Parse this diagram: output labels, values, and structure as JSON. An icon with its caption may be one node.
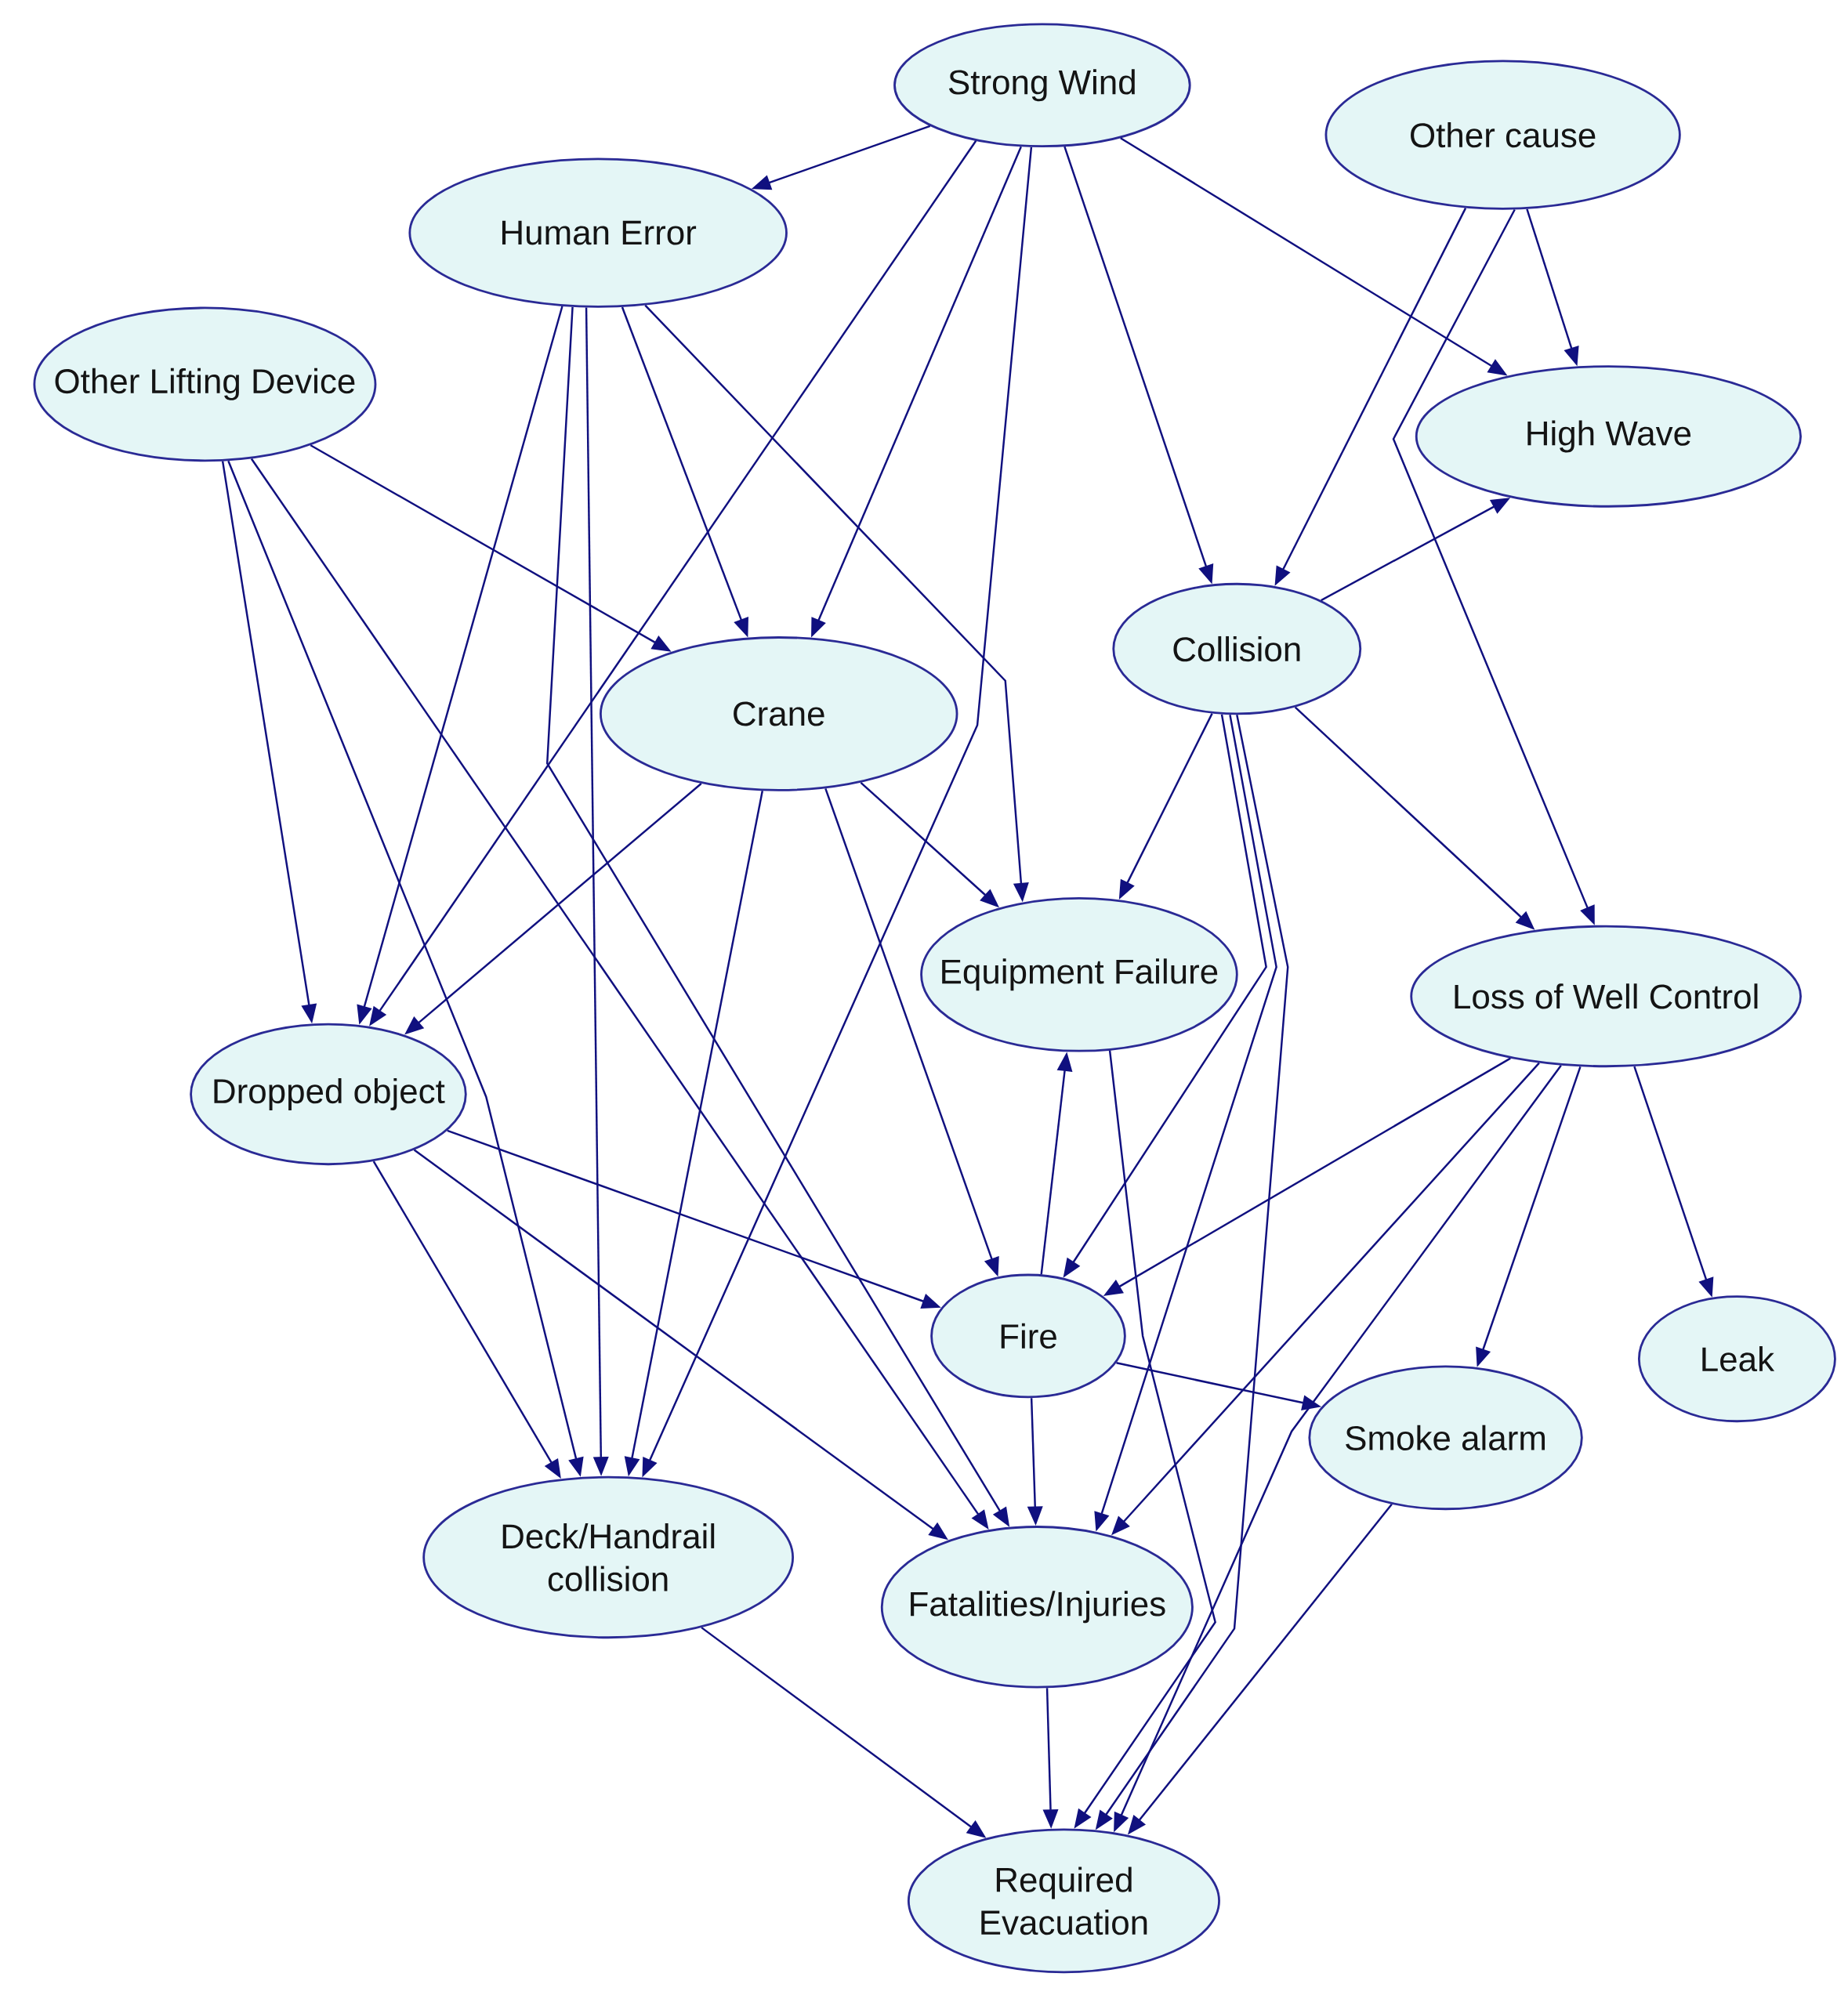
{
  "diagram": {
    "nodes": [
      {
        "text": [
          "Strong Wind"
        ]
      },
      {
        "text": [
          "Other cause"
        ]
      },
      {
        "text": [
          "Human Error"
        ]
      },
      {
        "text": [
          "Other Lifting Device"
        ]
      },
      {
        "text": [
          "High Wave"
        ]
      },
      {
        "text": [
          "Collision"
        ]
      },
      {
        "text": [
          "Crane"
        ]
      },
      {
        "text": [
          "Equipment Failure"
        ]
      },
      {
        "text": [
          "Loss of Well Control"
        ]
      },
      {
        "text": [
          "Dropped object"
        ]
      },
      {
        "text": [
          "Fire"
        ]
      },
      {
        "text": [
          "Leak"
        ]
      },
      {
        "text": [
          "Smoke alarm"
        ]
      },
      {
        "text": [
          "Deck/Handrail collision"
        ]
      },
      {
        "text": [
          "Fatalities/Injuries"
        ]
      },
      {
        "text": [
          "Required Evacuation"
        ]
      }
    ],
    "edges": [
      {
        "from": 0,
        "to": 2,
        "arrow": "to"
      },
      {
        "from": 0,
        "to": 4,
        "arrow": "to"
      },
      {
        "from": 0,
        "to": 5,
        "arrow": "to"
      },
      {
        "from": 0,
        "to": 6,
        "arrow": "to"
      },
      {
        "from": 0,
        "to": 9,
        "arrow": "to"
      },
      {
        "from": 0,
        "to": 13,
        "arrow": "to"
      },
      {
        "from": 1,
        "to": 4,
        "arrow": "to"
      },
      {
        "from": 1,
        "to": 5,
        "arrow": "to"
      },
      {
        "from": 1,
        "to": 8,
        "arrow": "to"
      },
      {
        "from": 2,
        "to": 6,
        "arrow": "to"
      },
      {
        "from": 2,
        "to": 9,
        "arrow": "to"
      },
      {
        "from": 2,
        "to": 13,
        "arrow": "to"
      },
      {
        "from": 2,
        "to": 7,
        "arrow": "to"
      },
      {
        "from": 2,
        "to": 14,
        "arrow": "to"
      },
      {
        "from": 3,
        "to": 6,
        "arrow": "to"
      },
      {
        "from": 3,
        "to": 9,
        "arrow": "to"
      },
      {
        "from": 3,
        "to": 13,
        "arrow": "to"
      },
      {
        "from": 3,
        "to": 14,
        "arrow": "to"
      },
      {
        "from": 5,
        "to": 4,
        "arrow": "to"
      },
      {
        "from": 5,
        "to": 8,
        "arrow": "to"
      },
      {
        "from": 5,
        "to": 7,
        "arrow": "to"
      },
      {
        "from": 5,
        "to": 10,
        "arrow": "to"
      },
      {
        "from": 5,
        "to": 14,
        "arrow": "to"
      },
      {
        "from": 5,
        "to": 15,
        "arrow": "to"
      },
      {
        "from": 6,
        "to": 9,
        "arrow": "to"
      },
      {
        "from": 6,
        "to": 13,
        "arrow": "to"
      },
      {
        "from": 6,
        "to": 10,
        "arrow": "to"
      },
      {
        "from": 6,
        "to": 7,
        "arrow": "to"
      },
      {
        "from": 7,
        "to": 15,
        "arrow": "to"
      },
      {
        "from": 10,
        "to": 7,
        "arrow": "to"
      },
      {
        "from": 10,
        "to": 12,
        "arrow": "to"
      },
      {
        "from": 10,
        "to": 14,
        "arrow": "to"
      },
      {
        "from": 8,
        "to": 10,
        "arrow": "to"
      },
      {
        "from": 8,
        "to": 14,
        "arrow": "to"
      },
      {
        "from": 8,
        "to": 15,
        "arrow": "to"
      },
      {
        "from": 8,
        "to": 12,
        "arrow": "to"
      },
      {
        "from": 8,
        "to": 11,
        "arrow": "to"
      },
      {
        "from": 9,
        "to": 10,
        "arrow": "to"
      },
      {
        "from": 9,
        "to": 14,
        "arrow": "to"
      },
      {
        "from": 9,
        "to": 13,
        "arrow": "to"
      },
      {
        "from": 12,
        "to": 15,
        "arrow": "to"
      },
      {
        "from": 13,
        "to": 15,
        "arrow": "to"
      },
      {
        "from": 14,
        "to": 15,
        "arrow": "to"
      }
    ]
  }
}
